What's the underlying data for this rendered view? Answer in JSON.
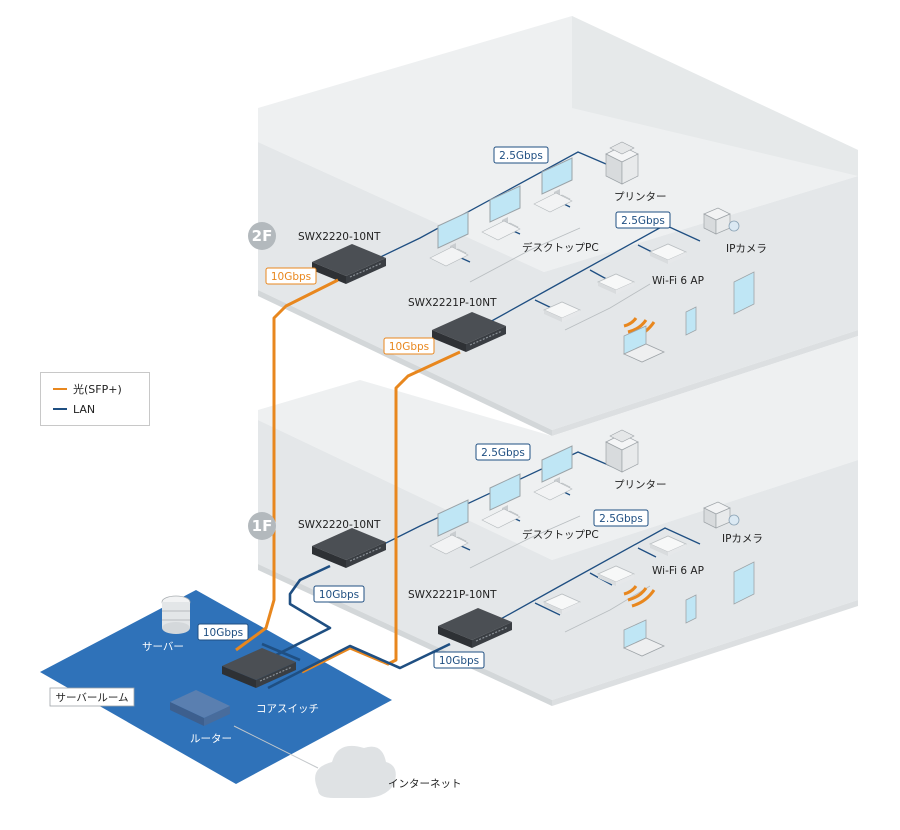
{
  "legend": {
    "fiber": {
      "label": "光(SFP+)",
      "color": "#e8871e"
    },
    "lan": {
      "label": "LAN",
      "color": "#1f4f82"
    }
  },
  "floors": {
    "floor2": {
      "badge": "2F",
      "switch_main": "SWX2220-10NT",
      "switch_poe": "SWX2221P-10NT",
      "uplink_main": "10Gbps",
      "uplink_poe": "10Gbps",
      "pc_speed": "2.5Gbps",
      "ap_speed": "2.5Gbps",
      "printer": "プリンター",
      "desktop": "デスクトップPC",
      "camera": "IPカメラ",
      "ap": "Wi-Fi 6 AP"
    },
    "floor1": {
      "badge": "1F",
      "switch_main": "SWX2220-10NT",
      "switch_poe": "SWX2221P-10NT",
      "uplink_main": "10Gbps",
      "uplink_poe": "10Gbps",
      "pc_speed": "2.5Gbps",
      "ap_speed": "2.5Gbps",
      "printer": "プリンター",
      "desktop": "デスクトップPC",
      "camera": "IPカメラ",
      "ap": "Wi-Fi 6 AP"
    }
  },
  "server_room": {
    "title": "サーバールーム",
    "server": "サーバー",
    "server_speed": "10Gbps",
    "core_switch": "コアスイッチ",
    "router": "ルーター"
  },
  "internet": "インターネット",
  "colors": {
    "floor_top": "#e4e7e9",
    "wall": "#eef0f1",
    "server_room": "#2f72b9"
  }
}
